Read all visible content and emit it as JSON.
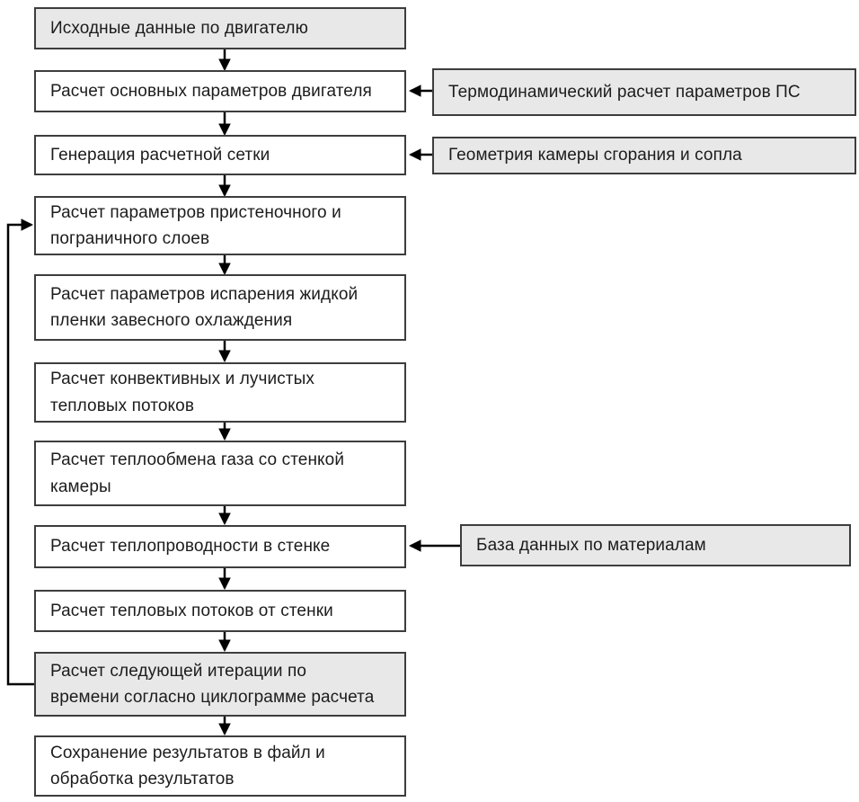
{
  "colors": {
    "page_bg": "#ffffff",
    "box_fill_gray": "#e8e8e8",
    "box_fill_white": "#ffffff",
    "border": "#3d3d3d",
    "text": "#1c1c1c",
    "arrow": "#000000"
  },
  "nodes": {
    "engine_input": {
      "label": "Исходные данные по двигателю",
      "variant": "data"
    },
    "main_params": {
      "label": "Расчет основных параметров двигателя",
      "variant": "process"
    },
    "mesh_generation": {
      "label": "Генерация расчетной сетки",
      "variant": "process"
    },
    "wall_boundary_layers": {
      "label": "Расчет параметров пристеночного и\nпограничного слоев",
      "variant": "process"
    },
    "film_evaporation": {
      "label": "Расчет параметров испарения жидкой\nпленки завесного охлаждения",
      "variant": "process"
    },
    "convective_radiant": {
      "label": "Расчет конвективных и лучистых\nтепловых потоков",
      "variant": "process"
    },
    "gas_wall_heat_exchange": {
      "label": "Расчет теплообмена газа со стенкой\nкамеры",
      "variant": "process"
    },
    "wall_conductivity": {
      "label": "Расчет теплопроводности в стенке",
      "variant": "process"
    },
    "wall_heat_flux": {
      "label": "Расчет тепловых потоков от стенки",
      "variant": "process"
    },
    "next_iteration": {
      "label": "Расчет следующей итерации по\nвремени согласно циклограмме расчета",
      "variant": "data"
    },
    "save_results": {
      "label": "Сохранение результатов в файл и\nобработка результатов",
      "variant": "process"
    },
    "thermo_calc": {
      "label": "Термодинамический расчет параметров ПС",
      "variant": "data"
    },
    "chamber_geometry": {
      "label": "Геометрия камеры сгорания и сопла",
      "variant": "data"
    },
    "materials_db": {
      "label": "База данных по материалам",
      "variant": "data"
    }
  },
  "edges": [
    {
      "from": "engine_input",
      "to": "main_params"
    },
    {
      "from": "main_params",
      "to": "mesh_generation"
    },
    {
      "from": "mesh_generation",
      "to": "wall_boundary_layers"
    },
    {
      "from": "wall_boundary_layers",
      "to": "film_evaporation"
    },
    {
      "from": "film_evaporation",
      "to": "convective_radiant"
    },
    {
      "from": "convective_radiant",
      "to": "gas_wall_heat_exchange"
    },
    {
      "from": "gas_wall_heat_exchange",
      "to": "wall_conductivity"
    },
    {
      "from": "wall_conductivity",
      "to": "wall_heat_flux"
    },
    {
      "from": "wall_heat_flux",
      "to": "next_iteration"
    },
    {
      "from": "next_iteration",
      "to": "save_results"
    },
    {
      "from": "thermo_calc",
      "to": "main_params"
    },
    {
      "from": "chamber_geometry",
      "to": "mesh_generation"
    },
    {
      "from": "materials_db",
      "to": "wall_conductivity"
    },
    {
      "from": "next_iteration",
      "to": "wall_boundary_layers",
      "kind": "feedback-loop"
    }
  ]
}
